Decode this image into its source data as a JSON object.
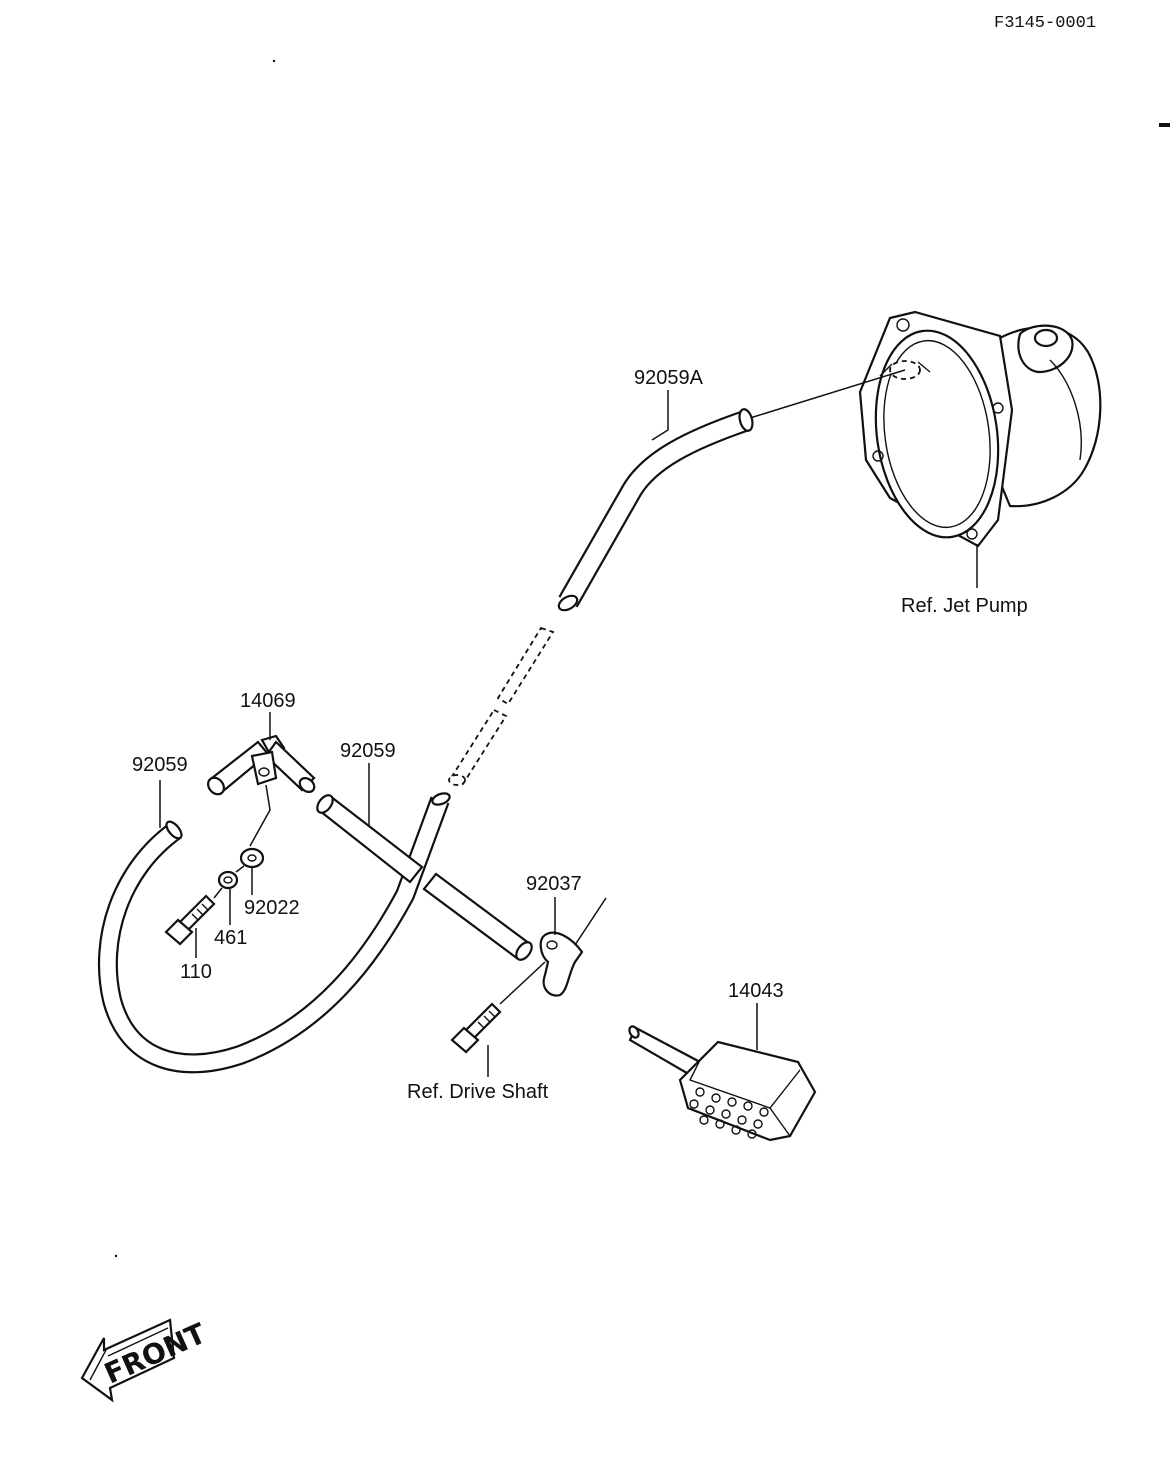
{
  "drawing_id": "F3145-0001",
  "part_labels": {
    "tube_92059A": "92059A",
    "jet_pump_ref": "Ref. Jet Pump",
    "fitting_14069": "14069",
    "hose_left_92059": "92059",
    "hose_middle_92059": "92059",
    "clamp_92037": "92037",
    "washer_92022": "92022",
    "nut_461": "461",
    "bolt_110": "110",
    "drive_shaft_ref": "Ref. Drive Shaft",
    "filter_14043": "14043"
  },
  "front_label": "FRONT"
}
